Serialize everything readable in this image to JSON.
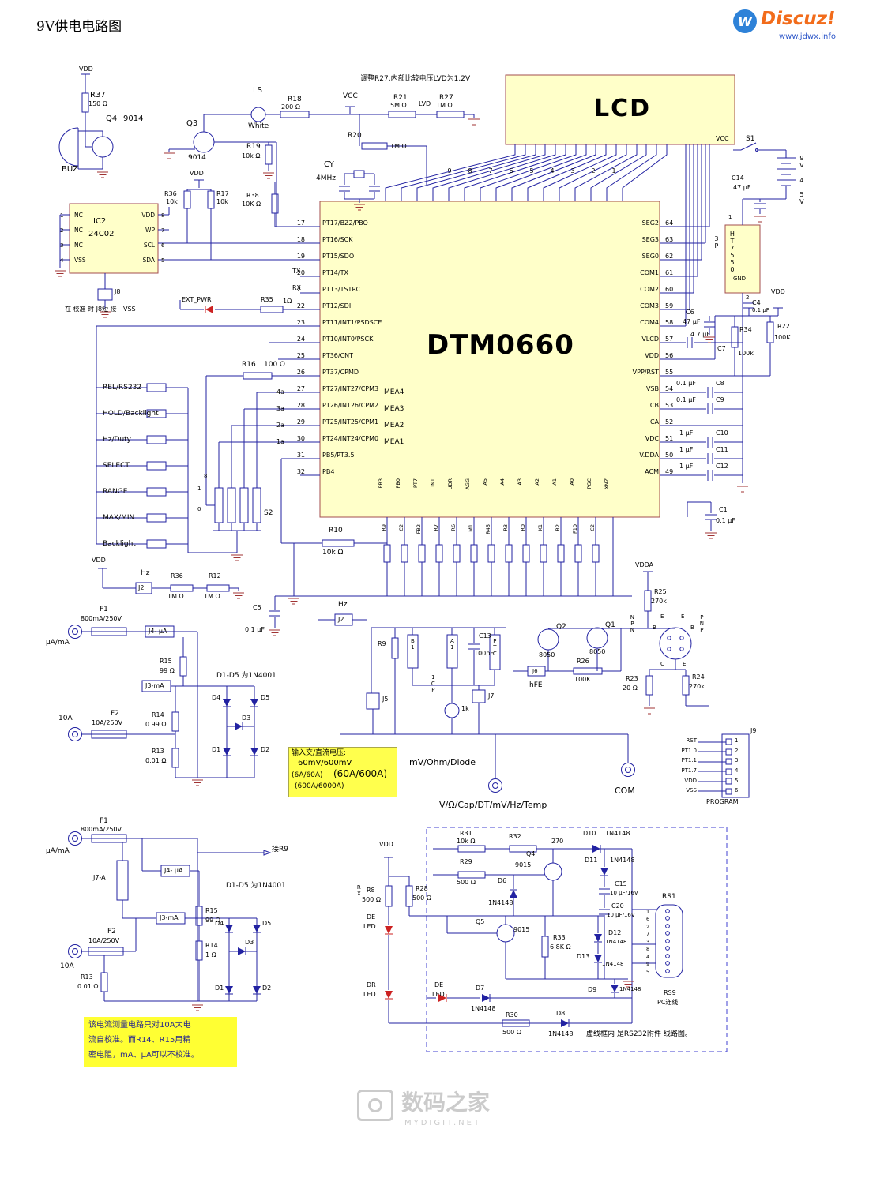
{
  "header": {
    "title": "9V供电电路图",
    "logo_brand": "Discuz!",
    "logo_w": "W",
    "logo_sub": "www.jdwx.info"
  },
  "watermark": {
    "cn": "数码之家",
    "en": "MYDIGIT.NET"
  },
  "pwr": {
    "vdd": "VDD",
    "vcc": "VCC",
    "vss": "VSS",
    "vdda": "VDDA",
    "gnd": "GND",
    "lvd": "LVD"
  },
  "notes": {
    "lvd": "调整R27,内部比较电压LVD为1.2V",
    "j8": "在 校准 时 J8短 接",
    "d1d5": "D1-D5 为1N4001",
    "jier9": "接R9",
    "input_title": "输入交/直流电压:",
    "input_l1": "60mV/600mV",
    "input_l2": "(6A/60A)",
    "input_l3": "(60A/600A)",
    "input_l4": "(600A/6000A)",
    "cal_l1": "该电流测量电路只对10A大电",
    "cal_l2": "流自校准。而R14、R15用精",
    "cal_l3": "密电阻，mA、μA可以不校准。",
    "rs232": "虚线框内 是RS232附件 线路图。"
  },
  "ics": {
    "main": "DTM0660",
    "lcd": "LCD",
    "eeprom_ref": "IC2",
    "eeprom_part": "24C02",
    "regulator": "HT7550",
    "reg_pins": "3P"
  },
  "main_ic": {
    "left_pins": [
      {
        "num": "17",
        "name": "PT17/BZ2/PBO"
      },
      {
        "num": "18",
        "name": "PT16/SCK"
      },
      {
        "num": "19",
        "name": "PT15/SDO"
      },
      {
        "num": "20",
        "name": "PT14/TX"
      },
      {
        "num": "21",
        "name": "PT13/TSTRC"
      },
      {
        "num": "22",
        "name": "PT12/SDI"
      },
      {
        "num": "23",
        "name": "PT11/INT1/PSDSCE"
      },
      {
        "num": "24",
        "name": "PT10/INT0/PSCK"
      },
      {
        "num": "25",
        "name": "PT36/CNT"
      },
      {
        "num": "26",
        "name": "PT37/CPMD"
      },
      {
        "num": "27",
        "name": "PT27/INT27/CPM3"
      },
      {
        "num": "28",
        "name": "PT26/INT26/CPM2"
      },
      {
        "num": "29",
        "name": "PT25/INT25/CPM1"
      },
      {
        "num": "30",
        "name": "PT24/INT24/CPM0"
      },
      {
        "num": "31",
        "name": "PB5/PT3.5"
      },
      {
        "num": "32",
        "name": "PB4"
      }
    ],
    "right_pins": [
      {
        "num": "64",
        "name": "SEG2"
      },
      {
        "num": "63",
        "name": "SEG3"
      },
      {
        "num": "62",
        "name": "SEG0"
      },
      {
        "num": "61",
        "name": "COM1"
      },
      {
        "num": "60",
        "name": "COM2"
      },
      {
        "num": "59",
        "name": "COM3"
      },
      {
        "num": "58",
        "name": "COM4"
      },
      {
        "num": "57",
        "name": "VLCD"
      },
      {
        "num": "56",
        "name": "VDD"
      },
      {
        "num": "55",
        "name": "VPP/RST"
      },
      {
        "num": "54",
        "name": "VSB"
      },
      {
        "num": "53",
        "name": "CB"
      },
      {
        "num": "52",
        "name": "CA"
      },
      {
        "num": "51",
        "name": "VDC"
      },
      {
        "num": "50",
        "name": "V.DDA"
      },
      {
        "num": "49",
        "name": "ACM"
      }
    ],
    "top_nums": [
      "9",
      "8",
      "7",
      "6",
      "5",
      "4",
      "3",
      "2",
      "1"
    ],
    "bottom_names": [
      "PB3",
      "PB0",
      "PT7",
      "INT",
      "UDR",
      "AGG",
      "A5",
      "A4",
      "A3",
      "A2",
      "A1",
      "A0",
      "PGC",
      "XNZ"
    ],
    "bottom_parts": [
      "R9",
      "C2",
      "FB2",
      "R7",
      "R6",
      "M1",
      "R45",
      "R3",
      "R0",
      "K1",
      "R2",
      "F10",
      "C2"
    ],
    "mea": [
      "MEA4",
      "MEA3",
      "MEA2",
      "MEA1"
    ],
    "a_tags": [
      "4a",
      "3a",
      "2a",
      "1a"
    ]
  },
  "eeprom": {
    "left": [
      {
        "num": "1",
        "name": "NC"
      },
      {
        "num": "2",
        "name": "NC"
      },
      {
        "num": "3",
        "name": "NC"
      },
      {
        "num": "4",
        "name": "VSS"
      }
    ],
    "right": [
      {
        "num": "8",
        "name": "VDD"
      },
      {
        "num": "7",
        "name": "WP"
      },
      {
        "num": "6",
        "name": "SCL"
      },
      {
        "num": "5",
        "name": "SDA"
      }
    ]
  },
  "buttons": [
    "REL/RS232",
    "HOLD/Backlight",
    "Hz/Duty",
    "SELECT",
    "RANGE",
    "MAX/MIN",
    "Backlight"
  ],
  "j9": {
    "ref": "J9",
    "names": [
      "RST",
      "PT1.0",
      "PT1.1",
      "PT1.7",
      "VDD",
      "VSS"
    ],
    "nums": [
      "1",
      "2",
      "3",
      "4",
      "5",
      "6"
    ],
    "program": "PROGRAM"
  },
  "rs1": {
    "ref": "RS1",
    "nums": [
      "1",
      "6",
      "2",
      "7",
      "3",
      "8",
      "4",
      "9",
      "5"
    ],
    "tag1": "RS9",
    "tag2": "PC连线"
  },
  "labels": {
    "r37": "R37",
    "r37v": "150 Ω",
    "q4": "Q4",
    "q4v": "9014",
    "buz": "BUZ",
    "q3": "Q3",
    "q3v": "9014",
    "ls": "LS",
    "lsv": "White",
    "r18": "R18",
    "r18v": "200 Ω",
    "r20": "R20",
    "r20v": "1M Ω",
    "r21": "R21",
    "r21v": "5M Ω",
    "r27": "R27",
    "r27v": "1M Ω",
    "r19": "R19",
    "r19v": "10k Ω",
    "cy": "CY",
    "cyv": "4MHz",
    "r36a": "R36",
    "r36av": "10k",
    "r17": "R17",
    "r17v": "10k",
    "r38": "R38",
    "r38v": "10K Ω",
    "j8": "J8",
    "extpwr": "EXT_PWR",
    "r35": "R35",
    "r35v": "1Ω",
    "tx": "TX",
    "rx": "RX",
    "r16": "R16",
    "r16v": "100 Ω",
    "r10": "R10",
    "r10v": "10k Ω",
    "s2": "S2",
    "s2_1": "1",
    "s2_0": "0",
    "s2_8": "8",
    "hz": "Hz",
    "j2p": "J2'",
    "j2": "J2",
    "r36b": "R36",
    "r36bv": "1M Ω",
    "r12": "R12",
    "r12v": "1M Ω",
    "c5": "C5",
    "c5v": "0.1 μF",
    "f1": "F1",
    "f1v": "800mA/250V",
    "f2": "F2",
    "f2v": "10A/250V",
    "uama": "μA/mA",
    "a10": "10A",
    "j4": "J4- μA",
    "j3": "J3-mA",
    "j7a": "J7-A",
    "r15": "R15",
    "r15v": "99 Ω",
    "r14": "R14",
    "r14v": "0.99 Ω",
    "r14bv": "1 Ω",
    "r13": "R13",
    "r13v": "0.01 Ω",
    "d1": "D1",
    "d2": "D2",
    "d3": "D3",
    "d4": "D4",
    "d5": "D5",
    "mvohm": "mV/Ohm/Diode",
    "vjack": "V/Ω/Cap/DT/mV/Hz/Temp",
    "com": "COM",
    "r9": "R9",
    "b1": "B1",
    "a1": "A1",
    "c13": "C13",
    "c13v": "100pF",
    "ptc": "PTC",
    "cp1": "1CP",
    "j5": "J5",
    "j7": "J7",
    "th": "1k",
    "r26": "R26",
    "r26v": "100K",
    "j6": "J6",
    "hfe": "hFE",
    "q2": "Q2",
    "q2v": "8050",
    "q1": "Q1",
    "q1v": "8050",
    "npn": "NPN",
    "pnp": "PNP",
    "te": "E",
    "tb": "B",
    "tc": "C",
    "r25": "R25",
    "r25v": "270k",
    "r23": "R23",
    "r23v": "20 Ω",
    "r24": "R24",
    "r24v": "270k",
    "c6": "C6",
    "c6v": "47 μF",
    "c4": "C4",
    "c4v": "0.1 μF",
    "r22": "R22",
    "r22v": "100K",
    "c7": "C7",
    "c7v": "4.7 μF",
    "r34": "R34",
    "r34v": "100k",
    "c8": "C8",
    "c8v": "0.1 μF",
    "c9": "C9",
    "c9v": "0.1 μF",
    "c10": "C10",
    "c10v": "1 μF",
    "c11": "C11",
    "c11v": "1 μF",
    "c12": "C12",
    "c12v": "1 μF",
    "c1": "C1",
    "c1v": "0.1 μF",
    "c14": "C14",
    "c14v": "47 μF",
    "s1": "S1",
    "bat9": "9V",
    "bat45": "4.5V",
    "pin1": "1",
    "pin2": "2",
    "r31": "R31",
    "r31v": "10k Ω",
    "r32": "R32",
    "r32v": "270",
    "d10": "D10",
    "n4148": "1N4148",
    "q4b": "Q4",
    "q4bv": "9015",
    "r29": "R29",
    "r29v": "500 Ω",
    "d6": "D6",
    "d11": "D11",
    "c15": "C15",
    "c15v": "10 μF/16V",
    "c20": "C20",
    "c20v": "10 μF/16V",
    "q5": "Q5",
    "q5v": "9015",
    "r33": "R33",
    "r33v": "6.8K Ω",
    "d12": "D12",
    "d13": "D13",
    "r8": "R8",
    "r8v": "500 Ω",
    "r28": "R28",
    "r28v": "500 Ω",
    "de": "DE",
    "dr": "DR",
    "led": "LED",
    "d7": "D7",
    "d8": "D8",
    "d9": "D9",
    "r30": "R30",
    "r30v": "500 Ω"
  }
}
